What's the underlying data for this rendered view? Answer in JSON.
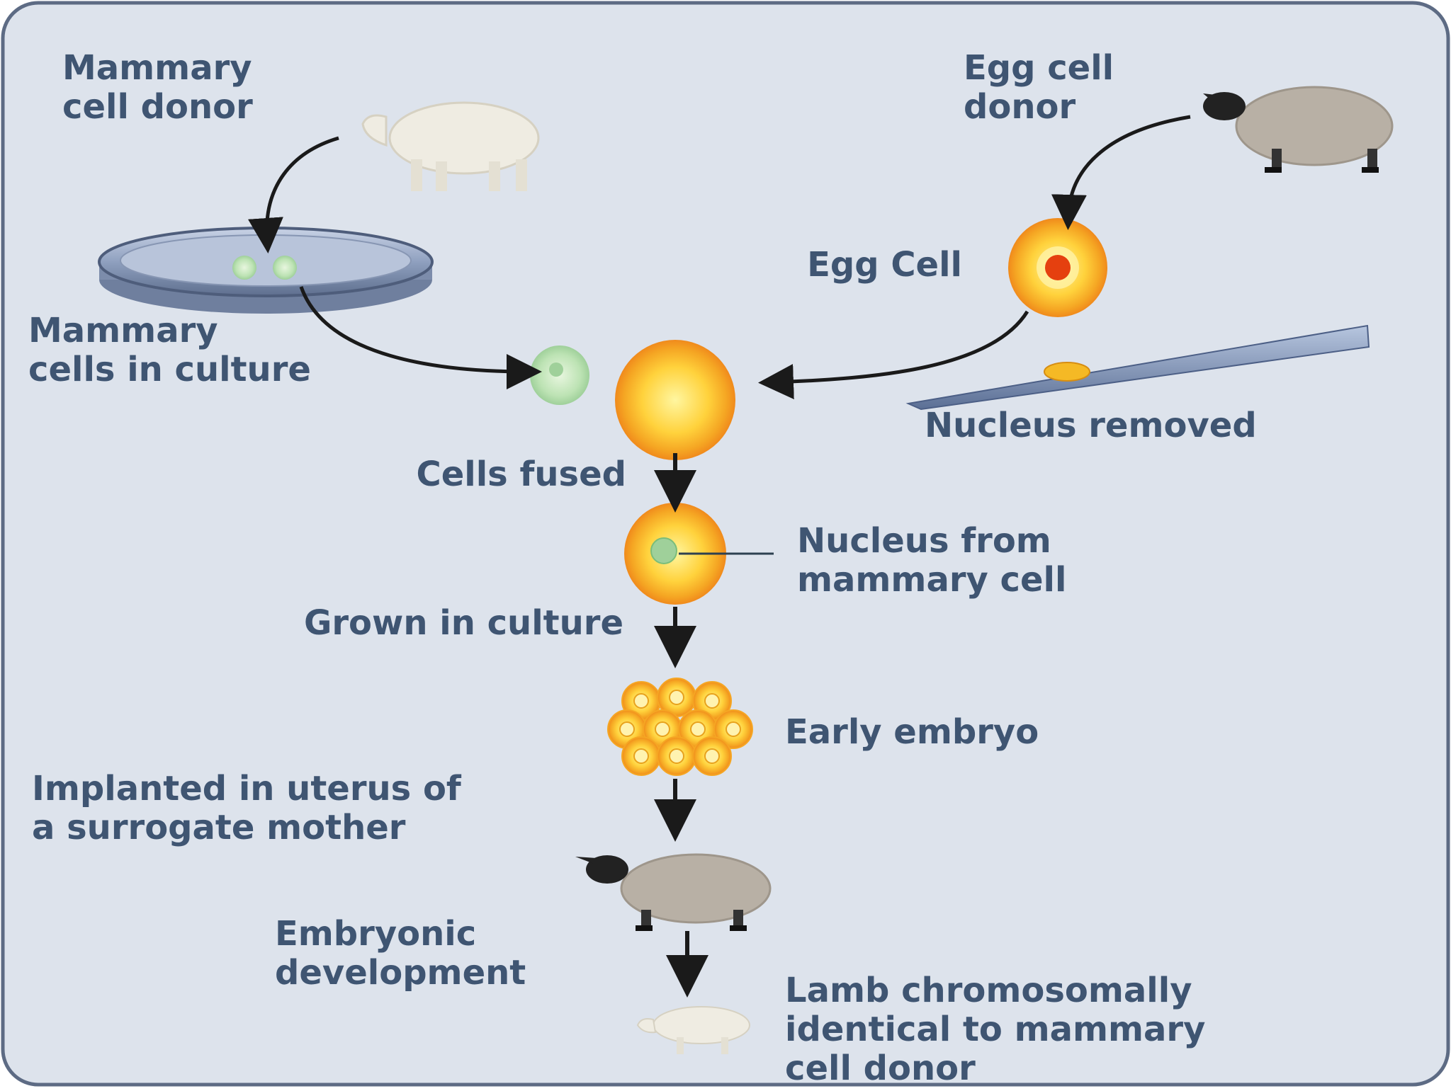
{
  "colors": {
    "panel_bg": "#dde3ec",
    "panel_border": "#5d6b84",
    "text": "#3f5572",
    "arrow": "#1a1a1a",
    "white_sheep": "#efece2",
    "gray_sheep": "#b8b0a5",
    "egg_orange": "#f5a623",
    "egg_yellow": "#ffe15a",
    "nucleus_red": "#e5400f",
    "mammary_cell_green": "#b7e0b2"
  },
  "icons": {
    "mammary_donor": "white-sheep-icon",
    "egg_donor": "black-faced-sheep-icon",
    "culture": "petri-dish-icon",
    "egg": "egg-cell-icon",
    "removal": "micropipette-icon",
    "fusion": "fused-cells-icon",
    "cloned_cell": "cloned-cell-icon",
    "embryo": "embryo-icon",
    "surrogate": "surrogate-sheep-icon",
    "lamb": "lamb-icon"
  },
  "labels": {
    "mammary_donor": [
      "Mammary",
      "cell donor"
    ],
    "egg_donor": [
      "Egg cell",
      "donor"
    ],
    "egg_cell": [
      "Egg Cell"
    ],
    "mammary_culture": [
      "Mammary",
      "cells in culture"
    ],
    "nucleus_removed": [
      "Nucleus removed"
    ],
    "cells_fused": [
      "Cells fused"
    ],
    "nucleus_from": [
      "Nucleus from",
      "mammary cell"
    ],
    "grown": [
      "Grown in culture"
    ],
    "early_embryo": [
      "Early embryo"
    ],
    "implanted": [
      "Implanted in uterus of",
      "a surrogate mother"
    ],
    "embryonic": [
      "Embryonic",
      "development"
    ],
    "lamb": [
      "Lamb chromosomally",
      "identical to mammary",
      "cell donor"
    ]
  }
}
